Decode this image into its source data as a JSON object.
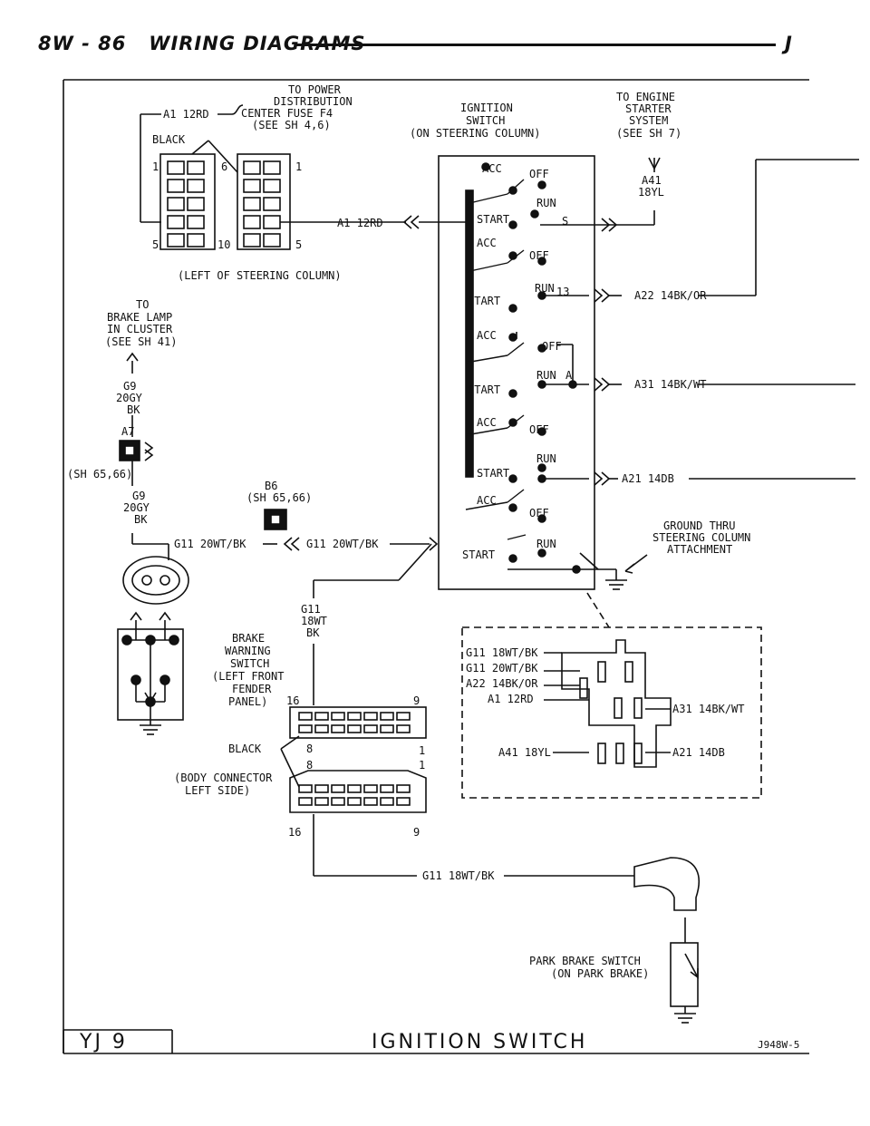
{
  "header": {
    "section": "8W - 86",
    "title": "WIRING DIAGRAMS",
    "suffix": "J"
  },
  "labels": {
    "power_to": "TO POWER",
    "power_dist": "DISTRIBUTION",
    "power_fuse": "CENTER FUSE F4",
    "power_see": "(SEE SH 4,6)",
    "a1_top": "A1 12RD",
    "black1": "BLACK",
    "pin1": "1",
    "pin6": "6",
    "pin1b": "1",
    "pin5": "5",
    "pin10": "10",
    "pin5b": "5",
    "a1_right": "A1 12RD",
    "left_of_column": "(LEFT OF STEERING COLUMN)",
    "ign_title1": "IGNITION",
    "ign_title2": "SWITCH",
    "ign_title3": "(ON STEERING COLUMN)",
    "eng_to": "TO ENGINE",
    "eng_starter": "STARTER",
    "eng_system": "SYSTEM",
    "eng_see": "(SEE SH 7)",
    "a41": "A41",
    "a41_color": "18YL",
    "sw_acc": "ACC",
    "sw_off": "OFF",
    "sw_run": "RUN",
    "sw_start": "START",
    "sw_s": "S",
    "sw_13": "13",
    "sw_a": "A",
    "a22": "A22 14BK/OR",
    "a31": "A31 14BK/WT",
    "a21": "A21 14DB",
    "brake_to": "TO",
    "brake_lamp": "BRAKE LAMP",
    "brake_in": "IN CLUSTER",
    "brake_see": "(SEE SH 41)",
    "g9_a": "G9",
    "g9_a_color1": "20GY",
    "g9_a_color2": "BK",
    "a7": "A7",
    "sh6566_a": "(SH 65,66)",
    "g9_b": "G9",
    "g9_b_color1": "20GY",
    "g9_b_color2": "BK",
    "b6": "B6",
    "sh6566_b": "(SH 65,66)",
    "g11_20a": "G11 20WT/BK",
    "g11_20b": "G11 20WT/BK",
    "ground1": "GROUND THRU",
    "ground2": "STEERING COLUMN",
    "ground3": "ATTACHMENT",
    "g11_18": "G11",
    "g11_18c1": "18WT",
    "g11_18c2": "BK",
    "bws1": "BRAKE",
    "bws2": "WARNING",
    "bws3": "SWITCH",
    "bws4": "(LEFT FRONT",
    "bws5": "FENDER",
    "bws6": "PANEL)",
    "black2": "BLACK",
    "body1": "(BODY CONNECTOR",
    "body2": "LEFT SIDE)",
    "c16a": "16",
    "c9a": "9",
    "c8a": "8",
    "c1a": "1",
    "c8b": "8",
    "c1b": "1",
    "c16b": "16",
    "c9b": "9",
    "det_g11_18": "G11 18WT/BK",
    "det_g11_20": "G11 20WT/BK",
    "det_a22": "A22 14BK/OR",
    "det_a1": "A1 12RD",
    "det_a41": "A41 18YL",
    "det_a31": "A31 14BK/WT",
    "det_a21": "A21 14DB",
    "g11_bottom": "G11 18WT/BK",
    "park1": "PARK BRAKE SWITCH",
    "park2": "(ON PARK BRAKE)"
  },
  "footer": {
    "left": "YJ  9",
    "title": "IGNITION SWITCH",
    "code": "J948W-5"
  }
}
